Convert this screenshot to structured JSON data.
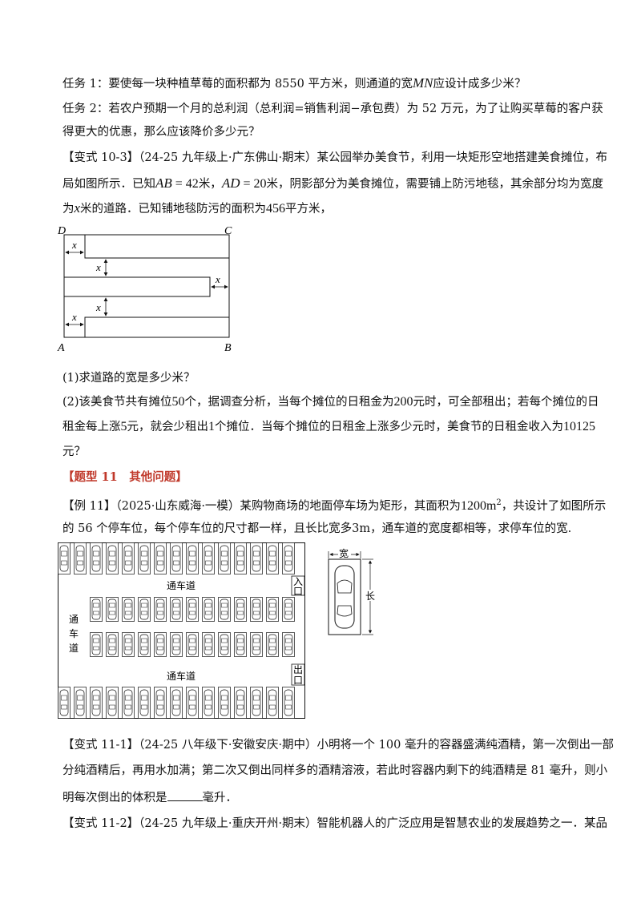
{
  "task1": {
    "a": "任务 1：要使每一块种植草莓的面积都为 8550 平方米，则通道的宽",
    "mn": "MN",
    "b": "应设计成多少米？"
  },
  "task2": {
    "line1": "任务 2：若农户预期一个月的总利润（总利润=销售利润−承包费）为 52 万元，为了让购买草莓的客户获",
    "line2": "得更大的优惠，那么应该降价多少元？"
  },
  "v10_3": {
    "line1": "【变式 10-3】（24-25 九年级上·广东佛山·期末）某公园举办美食节，利用一块矩形空地搭建美食摊位，布",
    "line2_a": "局如图所示．已知",
    "ab": "AB",
    "eq42": " = 42",
    "line2_b": "米，",
    "ad": "AD",
    "eq20": " = 20",
    "line2_c": "米，阴影部分为美食摊位，需要铺上防污地毯，其余部分均为宽度",
    "line3_a": "为",
    "x": "x",
    "line3_b": "米的道路．已知铺地毯防污的面积为",
    "area": "456",
    "line3_c": "平方米，",
    "q1": "(1)求道路的宽是多少米？",
    "q2_l1_a": "(2)该美食节共有摊位",
    "n50": "50",
    "q2_l1_b": "个，据调查分析，当每个摊位的日租金为",
    "n200": "200",
    "q2_l1_c": "元时，可全部租出；若每个摊位的日",
    "q2_l2_a": "租金每上涨",
    "n5": "5",
    "q2_l2_b": "元，就会少租出",
    "n1": "1",
    "q2_l2_c": "个摊位．当每个摊位的日租金上涨多少元时，美食节的日租金收入为",
    "n10125": "10125",
    "q2_l3": "元？",
    "figure": {
      "D": "D",
      "C": "C",
      "A": "A",
      "B": "B",
      "x_labels": [
        "x",
        "x",
        "x",
        "x",
        "x"
      ]
    }
  },
  "topic11": {
    "title": "【题型 11　其他问题】"
  },
  "ex11": {
    "line1_a": "【例 11】（2025·山东威海·一模）某购物商场的地面停车场为矩形，其面积为",
    "area": "1200",
    "unit": "m",
    "sup": "2",
    "line1_b": "，共设计了如图所示",
    "line2": "的 56 个停车位，每个停车位的尺寸都一样，且长比宽多3m，通车道的宽度都相等，求停车位的宽.",
    "figure": {
      "road": "通车道",
      "road_v": [
        "通",
        "车",
        "道"
      ],
      "entrance": [
        "入",
        "口"
      ],
      "exit": [
        "出",
        "口"
      ],
      "width": "宽",
      "length": "长"
    }
  },
  "v11_1": {
    "line1": "【变式 11-1】（24-25 八年级下·安徽安庆·期中）小明将一个 100 毫升的容器盛满纯酒精，第一次倒出一部",
    "line2": "分纯酒精后，再用水加满；第二次又倒出同样多的酒精溶液，若此时容器内剩下的纯酒精是 81 毫升，则小",
    "line3_a": "明每次倒出的体积是",
    "line3_b": "毫升．"
  },
  "v11_2": {
    "line1": "【变式 11-2】（24-25 九年级上·重庆开州·期末）智能机器人的广泛应用是智慧农业的发展趋势之一．某品"
  }
}
